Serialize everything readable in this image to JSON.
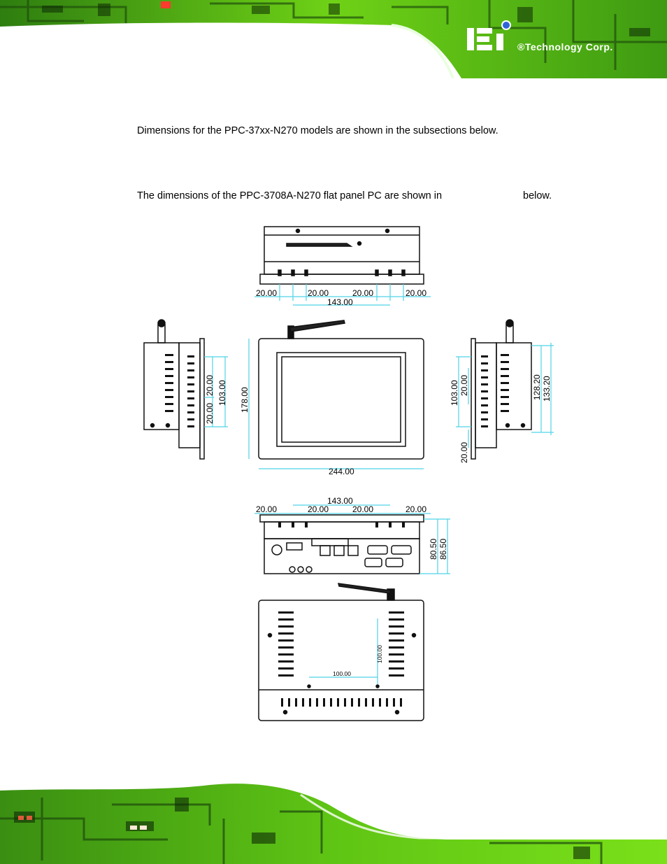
{
  "brand": {
    "logo_text": "iEi",
    "company": "®Technology Corp."
  },
  "text": {
    "intro": "Dimensions for the PPC-37xx-N270 models are shown in the subsections below.",
    "line2_part1": "The dimensions of the PPC-3708A-N270 flat panel PC are shown in",
    "line2_part2": "below."
  },
  "colors": {
    "pcb_green": "#6fd216",
    "pcb_dark": "#1f4f0c",
    "dimension_line": "#4fd3e6"
  },
  "dimensions": {
    "top_view": {
      "d1": "20.00",
      "d2": "20.00",
      "d3": "20.00",
      "d4": "20.00",
      "total": "143.00"
    },
    "left_view": {
      "a": "20.00",
      "b": "20.00",
      "c": "103.00"
    },
    "front_view": {
      "height": "178.00",
      "width": "244.00"
    },
    "right_view": {
      "a": "103.00",
      "b": "20.00",
      "c": "128.20",
      "d": "133.20",
      "e": "20.00"
    },
    "bottom_view": {
      "total": "143.00",
      "d1": "20.00",
      "d2": "20.00",
      "d3": "20.00",
      "d4": "20.00",
      "h1": "80.50",
      "h2": "86.50"
    },
    "rear_view": {
      "w": "100.00",
      "h": "100.00"
    }
  }
}
